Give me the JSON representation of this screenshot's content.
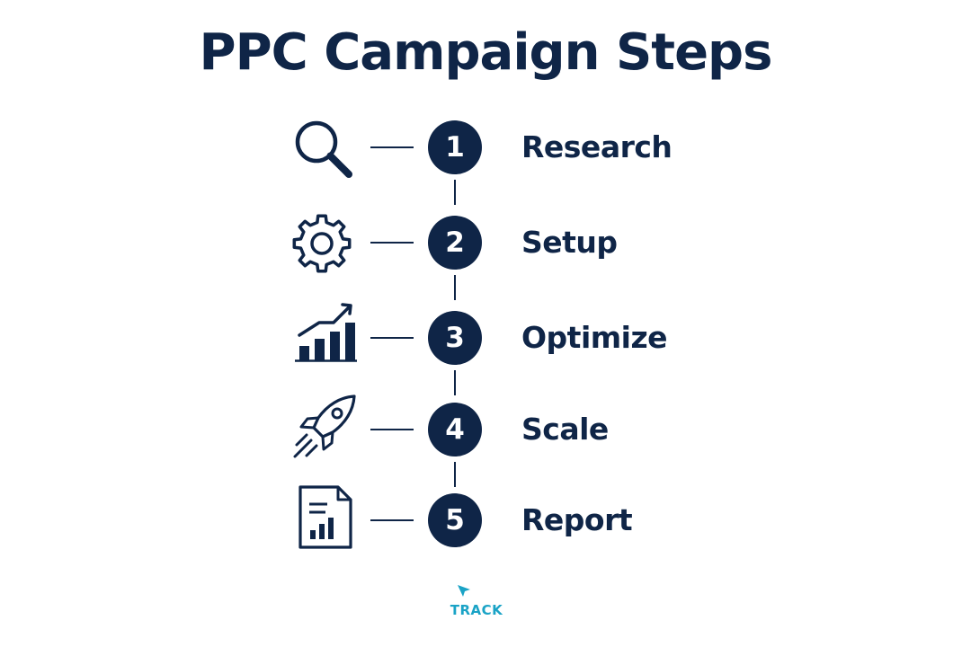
{
  "title": "PPC Campaign Steps",
  "colors": {
    "navy": "#0f2547",
    "brand": "#1aa3c6",
    "background": "#ffffff"
  },
  "steps": [
    {
      "number": "1",
      "label": "Research",
      "icon": "magnifier-icon"
    },
    {
      "number": "2",
      "label": "Setup",
      "icon": "gear-icon"
    },
    {
      "number": "3",
      "label": "Optimize",
      "icon": "growth-chart-icon"
    },
    {
      "number": "4",
      "label": "Scale",
      "icon": "rocket-icon"
    },
    {
      "number": "5",
      "label": "Report",
      "icon": "report-document-icon"
    }
  ],
  "brand": {
    "text": "TRACK",
    "icon": "cursor-arrow-icon"
  }
}
